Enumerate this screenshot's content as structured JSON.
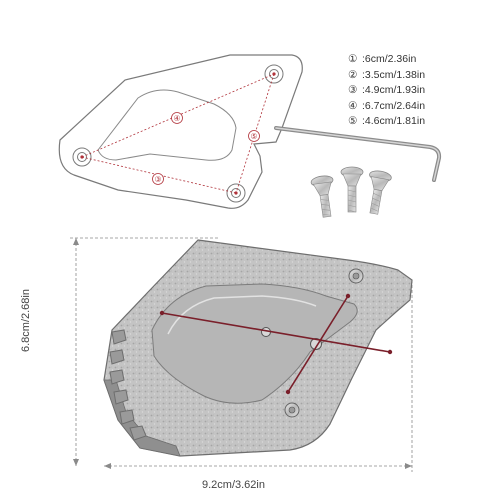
{
  "specs": [
    {
      "num": "①",
      "text": ":6cm/2.36in"
    },
    {
      "num": "②",
      "text": ":3.5cm/1.38in"
    },
    {
      "num": "③",
      "text": ":4.9cm/1.93in"
    },
    {
      "num": "④",
      "text": ":6.7cm/2.64in"
    },
    {
      "num": "⑤",
      "text": ":4.6cm/1.81in"
    }
  ],
  "diagram_markers": {
    "a": "④",
    "b": "⑤",
    "c": "③"
  },
  "dimensions": {
    "height": "6.8cm/2.68in",
    "width": "9.2cm/3.62in"
  },
  "colors": {
    "measure_line": "#b0323a",
    "outline": "#6e6e6e",
    "dimension_line": "#8a8a8a",
    "plate_fill": "#c7c7c7",
    "plate_dark": "#8f8f8f"
  }
}
